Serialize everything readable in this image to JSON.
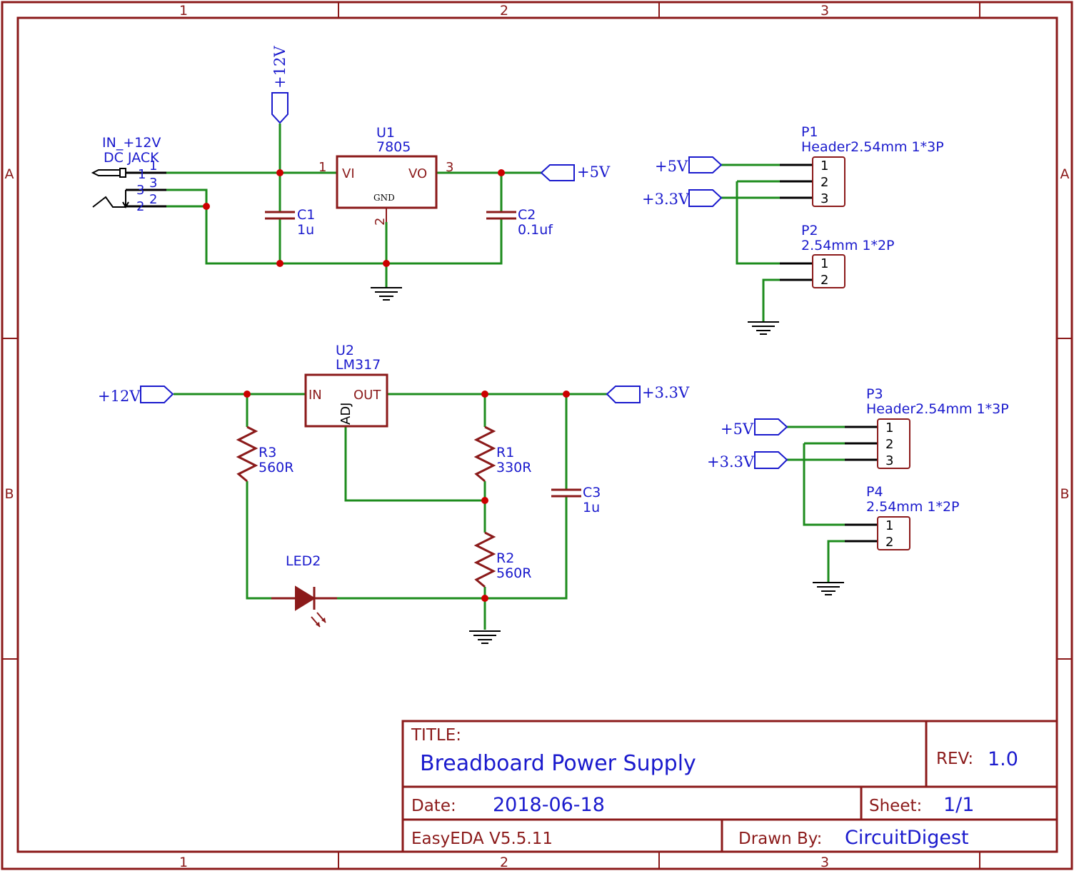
{
  "border": {
    "columns": [
      "1",
      "2",
      "3"
    ],
    "rows": [
      "A",
      "B"
    ]
  },
  "nets": {
    "v12": "+12V",
    "v5": "+5V",
    "v33": "+3.3V"
  },
  "dc_jack": {
    "ref": "IN_+12V",
    "value": "DC JACK",
    "pins": [
      "1",
      "1",
      "3",
      "3",
      "2",
      "2"
    ]
  },
  "u1": {
    "ref": "U1",
    "value": "7805",
    "pin_vi": "VI",
    "pin_vo": "VO",
    "pin_gnd": "GND",
    "pin1": "1",
    "pin2": "2",
    "pin3": "3"
  },
  "c1": {
    "ref": "C1",
    "value": "1u"
  },
  "c2": {
    "ref": "C2",
    "value": "0.1uf"
  },
  "c3": {
    "ref": "C3",
    "value": "1u"
  },
  "u2": {
    "ref": "U2",
    "value": "LM317",
    "pin_in": "IN",
    "pin_out": "OUT",
    "pin_adj": "ADJ"
  },
  "r1": {
    "ref": "R1",
    "value": "330R"
  },
  "r2": {
    "ref": "R2",
    "value": "560R"
  },
  "r3": {
    "ref": "R3",
    "value": "560R"
  },
  "led2": {
    "ref": "LED2"
  },
  "p1": {
    "ref": "P1",
    "value": "Header2.54mm 1*3P",
    "pins": [
      "1",
      "2",
      "3"
    ]
  },
  "p2": {
    "ref": "P2",
    "value": "2.54mm 1*2P",
    "pins": [
      "1",
      "2"
    ]
  },
  "p3": {
    "ref": "P3",
    "value": "Header2.54mm 1*3P",
    "pins": [
      "1",
      "2",
      "3"
    ]
  },
  "p4": {
    "ref": "P4",
    "value": "2.54mm 1*2P",
    "pins": [
      "1",
      "2"
    ]
  },
  "title_block": {
    "title_label": "TITLE:",
    "title": "Breadboard Power Supply",
    "rev_label": "REV:",
    "rev": "1.0",
    "date_label": "Date:",
    "date": "2018-06-18",
    "sheet_label": "Sheet:",
    "sheet": "1/1",
    "tool": "EasyEDA V5.5.11",
    "drawn_label": "Drawn By:",
    "drawn_by": "CircuitDigest"
  },
  "colors": {
    "frame": "#8b1a1a",
    "wire": "#1e8c1e",
    "label": "#1a1acd",
    "junction": "#cc0000"
  }
}
